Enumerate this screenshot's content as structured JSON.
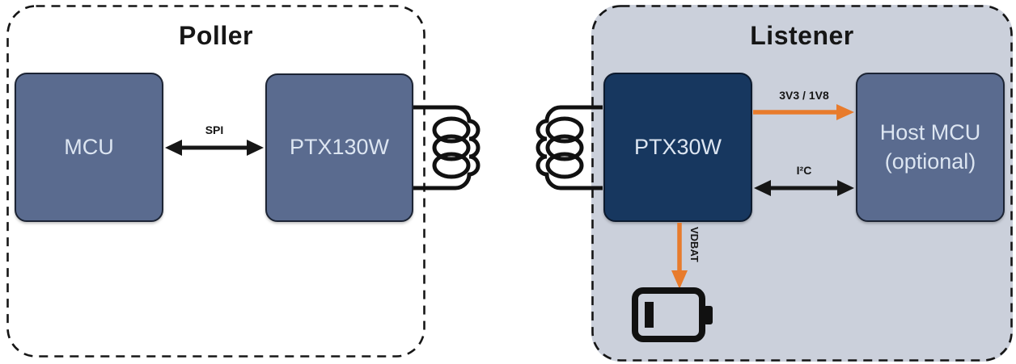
{
  "poller": {
    "title": "Poller",
    "mcu_label": "MCU",
    "ptx130w_label": "PTX130W",
    "spi_label": "SPI"
  },
  "listener": {
    "title": "Listener",
    "ptx30w_label": "PTX30W",
    "host_mcu_line1": "Host MCU",
    "host_mcu_line2": "(optional)",
    "power_label": "3V3 / 1V8",
    "i2c_label": "I²C",
    "vdbat_label": "VDBAT"
  },
  "icons": {
    "poller_coil": "antenna-coil",
    "listener_coil": "antenna-coil",
    "battery": "battery"
  },
  "colors": {
    "orange": "#e87b2c",
    "slate_box": "#5a6b8f",
    "navy_box": "#17375f",
    "listener_bg": "#cbd0db",
    "line_black": "#161616",
    "box_text": "#dce5f1"
  }
}
